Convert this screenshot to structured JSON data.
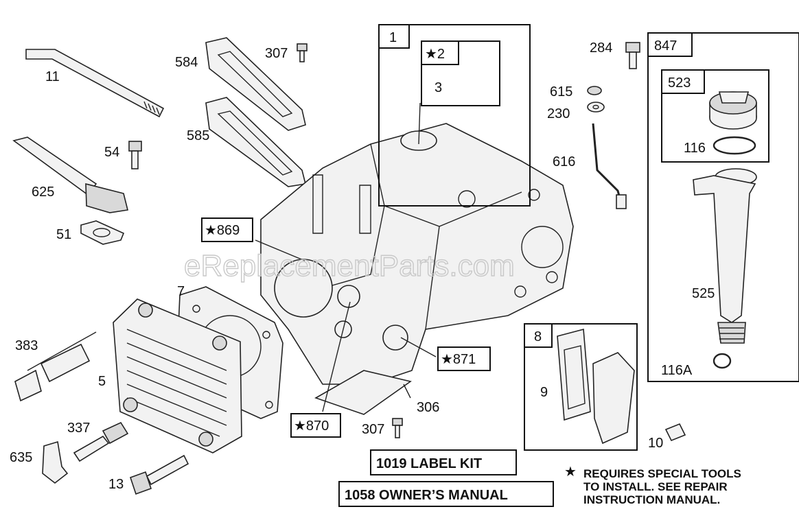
{
  "watermark": "eReplacementParts.com",
  "labels": {
    "p11": "11",
    "p584": "584",
    "p307a": "307",
    "p54": "54",
    "p585": "585",
    "p625": "625",
    "p51": "51",
    "p869": "★869",
    "p7": "7",
    "p383": "383",
    "p5": "5",
    "p337": "337",
    "p635": "635",
    "p13": "13",
    "p870": "★870",
    "p307b": "307",
    "p306": "306",
    "p871": "★871",
    "p1": "1",
    "p2": "★2",
    "p3": "3",
    "p284": "284",
    "p615": "615",
    "p230": "230",
    "p616": "616",
    "p847": "847",
    "p523": "523",
    "p116": "116",
    "p525": "525",
    "p116a": "116A",
    "p8": "8",
    "p9": "9",
    "p10": "10"
  },
  "kits": {
    "label_kit": "1019 LABEL KIT",
    "owners_manual": "1058 OWNER’S MANUAL"
  },
  "note": {
    "symbol": "★",
    "line1": "REQUIRES SPECIAL TOOLS",
    "line2": "TO INSTALL.  SEE REPAIR",
    "line3": "INSTRUCTION MANUAL."
  }
}
